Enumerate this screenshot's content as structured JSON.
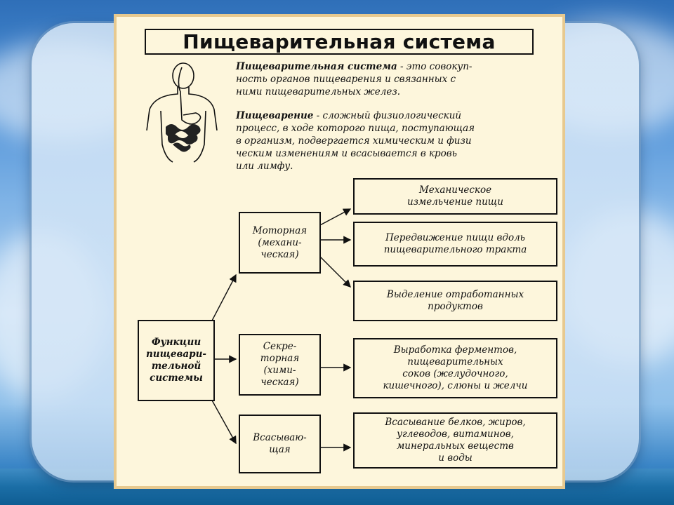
{
  "title": "Пищеварительная система",
  "definitions": [
    {
      "term": "Пищеварительная система",
      "text": " - это совокуп-\nность органов пищеварения и связанных с\nними пищеварительных желез."
    },
    {
      "term": "Пищеварение",
      "text": " - сложный физиологический\nпроцесс, в ходе которого пища, поступающая\nв организм, подвергается химическим и физи\nческим изменениям и всасывается в кровь\nили лимфу."
    }
  ],
  "root": "Функции\nпищевари-\nтельной\nсистемы",
  "functions": [
    {
      "label": "Моторная\n(механи-\nческая)"
    },
    {
      "label": "Секре-\nторная\n(хими-\nческая)"
    },
    {
      "label": "Всасываю-\nщая"
    }
  ],
  "results": [
    "Механическое\nизмельчение пищи",
    "Передвижение пищи вдоль\nпищеварительного тракта",
    "Выделение отработанных\nпродуктов",
    "Выработка ферментов,\nпищеварительных\nсоков (желудочного,\nкишечного), слюны и желчи",
    "Всасывание белков, жиров,\nуглеводов, витаминов,\nминеральных веществ\nи воды"
  ],
  "icons": {
    "figure": "digestive-system-figure-icon"
  }
}
